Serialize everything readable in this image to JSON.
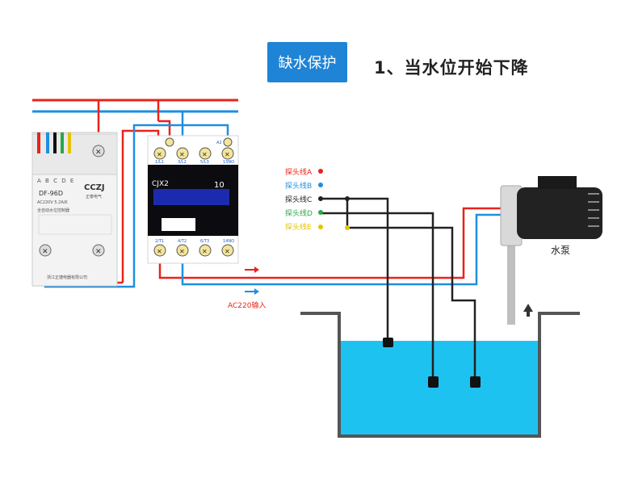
{
  "header": {
    "badge_label": "缺水保护",
    "step_title": "1、当水位开始下降"
  },
  "controller": {
    "terminal_letters": [
      "A",
      "B",
      "C",
      "D",
      "E"
    ],
    "model": "DF-96D",
    "brand": "CCZJ",
    "brand_sub": "正泰电气",
    "rating": "AC220V 5.2A/K",
    "device_name": "全自动水位控制器",
    "maker": "浙江正捷电器有限公司"
  },
  "contactor": {
    "model": "CJX2",
    "rating": "10",
    "top_terminals": [
      "1/L1",
      "3/L2",
      "5/L3",
      "13NO",
      "A2"
    ],
    "bottom_terminals": [
      "2/T1",
      "4/T2",
      "6/T3",
      "14NO"
    ]
  },
  "probe_labels": [
    {
      "text": "探头线A",
      "color": "#e8231b"
    },
    {
      "text": "探头线B",
      "color": "#1f8fe0"
    },
    {
      "text": "探头线C",
      "color": "#222222"
    },
    {
      "text": "探头线D",
      "color": "#2aa84a"
    },
    {
      "text": "探头线E",
      "color": "#e6c300"
    }
  ],
  "ac_input_label": "AC220输入",
  "pump_label": "水泵",
  "colors": {
    "red_wire": "#e8231b",
    "blue_wire": "#1f8fe0",
    "water": "#1ec2f0",
    "badge": "#1f84d6"
  }
}
